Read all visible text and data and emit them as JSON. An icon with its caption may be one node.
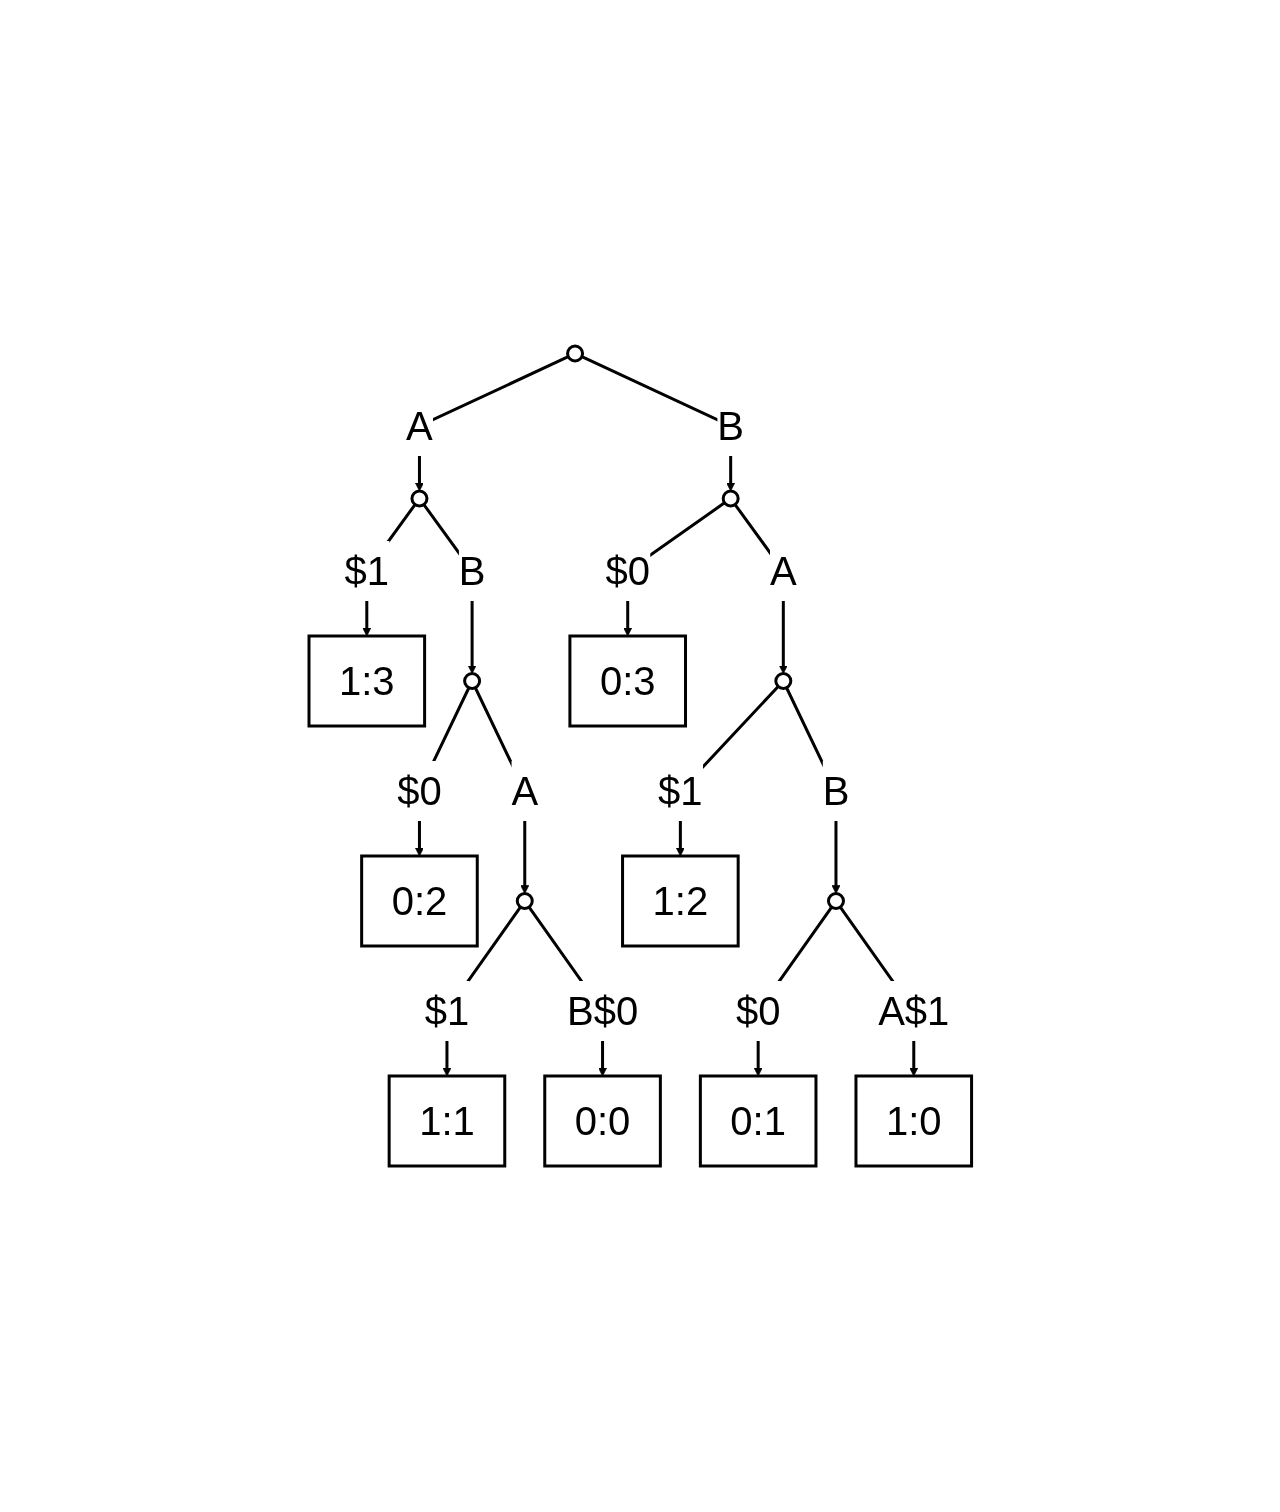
{
  "diagram": {
    "nodes": [
      {
        "text": [],
        "shape": "circle"
      },
      {
        "text": [],
        "shape": "circle"
      },
      {
        "text": [],
        "shape": "circle"
      },
      {
        "text": [
          "1:3"
        ]
      },
      {
        "text": [],
        "shape": "circle"
      },
      {
        "text": [
          "0:3"
        ]
      },
      {
        "text": [],
        "shape": "circle"
      },
      {
        "text": [
          "0:2"
        ]
      },
      {
        "text": [],
        "shape": "circle"
      },
      {
        "text": [
          "1:2"
        ]
      },
      {
        "text": [],
        "shape": "circle"
      },
      {
        "text": [
          "1:1"
        ]
      },
      {
        "text": [
          "0:0"
        ]
      },
      {
        "text": [
          "0:1"
        ]
      },
      {
        "text": [
          "1:0"
        ]
      }
    ],
    "edges": [
      {
        "from": 0,
        "to": 1,
        "arrow": "to",
        "label": "A"
      },
      {
        "from": 0,
        "to": 2,
        "arrow": "to",
        "label": "B"
      },
      {
        "from": 1,
        "to": 3,
        "arrow": "to",
        "label": "$1"
      },
      {
        "from": 1,
        "to": 4,
        "arrow": "to",
        "label": "B"
      },
      {
        "from": 2,
        "to": 5,
        "arrow": "to",
        "label": "$0"
      },
      {
        "from": 2,
        "to": 6,
        "arrow": "to",
        "label": "A"
      },
      {
        "from": 4,
        "to": 7,
        "arrow": "to",
        "label": "$0"
      },
      {
        "from": 4,
        "to": 8,
        "arrow": "to",
        "label": "A"
      },
      {
        "from": 6,
        "to": 9,
        "arrow": "to",
        "label": "$1"
      },
      {
        "from": 6,
        "to": 10,
        "arrow": "to",
        "label": "B"
      },
      {
        "from": 8,
        "to": 11,
        "arrow": "to",
        "label": "$1"
      },
      {
        "from": 8,
        "to": 12,
        "arrow": "to",
        "label": "B$0"
      },
      {
        "from": 10,
        "to": 13,
        "arrow": "to",
        "label": "$0"
      },
      {
        "from": 10,
        "to": 14,
        "arrow": "to",
        "label": "A$1"
      }
    ]
  }
}
